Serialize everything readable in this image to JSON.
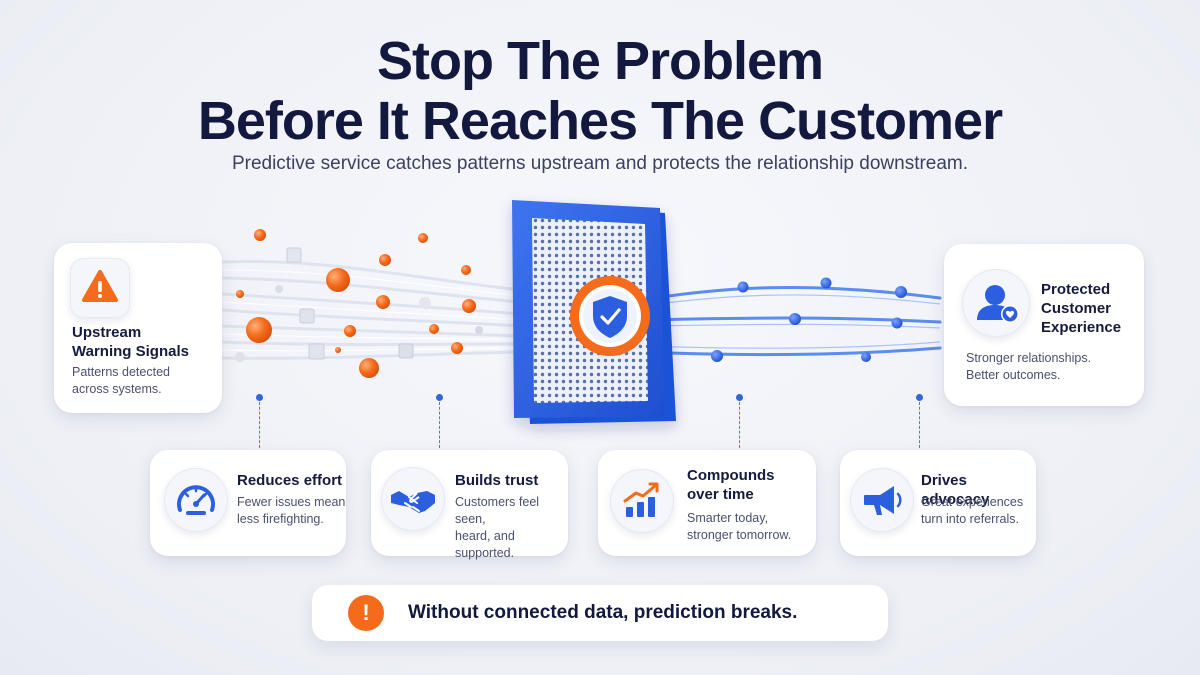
{
  "header": {
    "title_line1": "Stop The Problem",
    "title_line2": "Before It Reaches The Customer",
    "subtitle": "Predictive service catches patterns upstream and protects the relationship downstream."
  },
  "left_card": {
    "title_line1": "Upstream",
    "title_line2": "Warning Signals",
    "desc_line1": "Patterns detected",
    "desc_line2": "across systems.",
    "icon": "warning-triangle-icon"
  },
  "right_card": {
    "title_line1": "Protected",
    "title_line2": "Customer",
    "title_line3": "Experience",
    "desc_line1": "Stronger relationships.",
    "desc_line2": "Better outcomes.",
    "icon": "customer-heart-icon"
  },
  "center": {
    "icon": "shield-check-icon"
  },
  "benefits": [
    {
      "title_line1": "Reduces effort",
      "title_line2": "",
      "desc_line1": "Fewer issues mean",
      "desc_line2": "less firefighting.",
      "icon": "gauge-icon"
    },
    {
      "title_line1": "Builds trust",
      "title_line2": "",
      "desc_line1": "Customers feel seen,",
      "desc_line2": "heard, and supported.",
      "icon": "handshake-icon"
    },
    {
      "title_line1": "Compounds",
      "title_line2": "over time",
      "desc_line1": "Smarter today,",
      "desc_line2": "stronger tomorrow.",
      "icon": "growth-chart-icon"
    },
    {
      "title_line1": "Drives advocacy",
      "title_line2": "",
      "desc_line1": "Great experiences",
      "desc_line2": "turn into referrals.",
      "icon": "megaphone-icon"
    }
  ],
  "footer": {
    "text": "Without connected data, prediction breaks.",
    "icon": "exclamation-icon"
  },
  "colors": {
    "accent_orange": "#f46b1c",
    "accent_blue": "#2c5fe0",
    "navy_text": "#12183e"
  }
}
